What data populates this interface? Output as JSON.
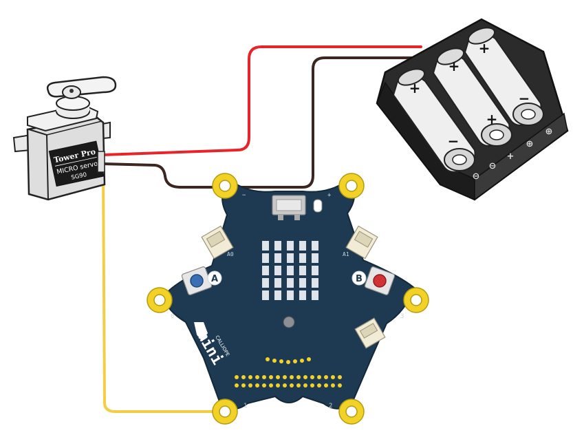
{
  "servo": {
    "brand": "Tower Pro",
    "model_line": "MICRO servo",
    "model": "SG90"
  },
  "board": {
    "brand": "CALLIOPE",
    "name": "mini",
    "pad_labels": {
      "minus": "−",
      "plus": "+",
      "p0": "0",
      "p1": "1",
      "p2": "2",
      "p3": "3"
    },
    "connector_labels": {
      "left": "A0",
      "right": "A1"
    },
    "button_labels": {
      "a": "A",
      "b": "B"
    },
    "colors": {
      "pcb": "#1d3a52",
      "pad": "#f2d226",
      "button_a": "#3a6fb3",
      "button_b": "#d03434"
    }
  },
  "battery_pack": {
    "cells": [
      {
        "plus": "+",
        "minus": "−"
      },
      {
        "plus": "+",
        "minus": "+"
      },
      {
        "plus": "+",
        "minus": "−"
      }
    ],
    "terminal_marks": [
      "⊖",
      "⊖",
      "+",
      "⊕",
      "⊕"
    ]
  },
  "wires": {
    "red": "#e8242b",
    "black": "#3b2620",
    "yellow": "#f4cd45"
  }
}
